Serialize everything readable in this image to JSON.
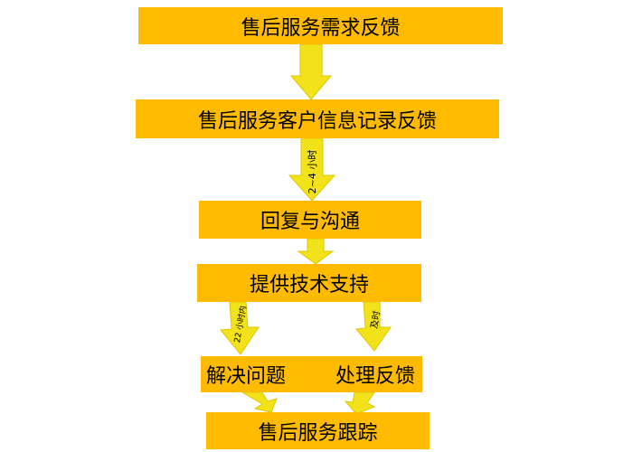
{
  "colors": {
    "box": "#ffbb00",
    "arrow": "#f2e21a",
    "arrow_stroke": "#e0c800"
  },
  "steps": {
    "demand_feedback": "售后服务需求反馈",
    "customer_record": "售后服务客户信息记录反馈",
    "reply": "回复与沟通",
    "support": "提供技术支持",
    "solve": "解决问题",
    "handle": "处理反馈",
    "tracking": "售后服务跟踪"
  },
  "arrow_labels": {
    "record_to_reply": "2~4 小时",
    "support_to_solve": "22 小时内",
    "support_to_handle": "及时"
  }
}
